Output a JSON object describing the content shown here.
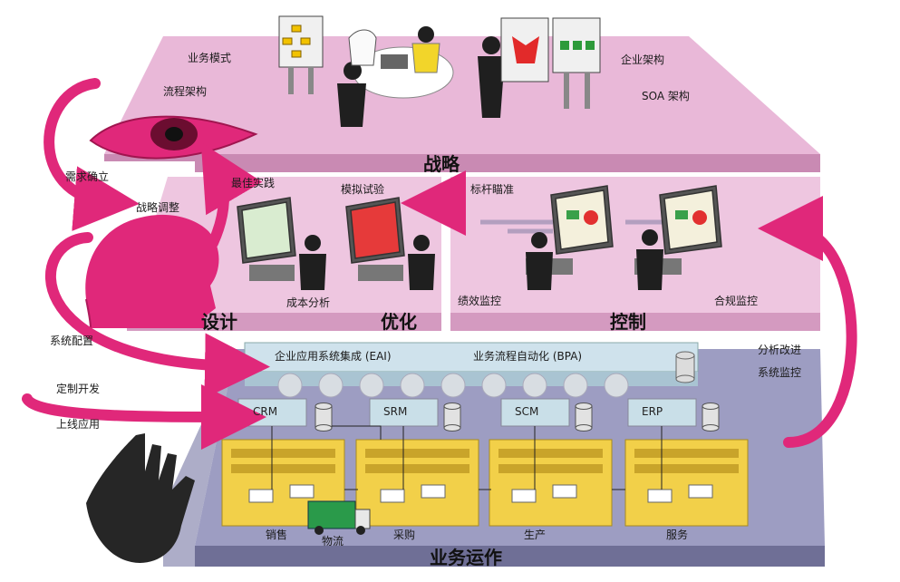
{
  "strategy": {
    "title": "战略",
    "business_model": "业务模式",
    "process_architecture": "流程架构",
    "enterprise_architecture": "企业架构",
    "soa_architecture": "SOA  架构"
  },
  "design_optimize": {
    "design": "设计",
    "optimize": "优化",
    "best_practice": "最佳实践",
    "simulation": "模拟试验",
    "cost_analysis": "成本分析"
  },
  "control": {
    "title": "控制",
    "benchmark": "标杆瞄准",
    "performance_monitoring": "绩效监控",
    "compliance_monitoring": "合规监控"
  },
  "integration": {
    "eai": "企业应用系统集成 (EAI)",
    "bpa": "业务流程自动化 (BPA)"
  },
  "operations": {
    "title": "业务运作",
    "systems": [
      "CRM",
      "SRM",
      "SCM",
      "ERP"
    ],
    "units": [
      "销售",
      "采购",
      "生产",
      "服务"
    ],
    "logistics": "物流"
  },
  "left_labels": {
    "requirements": "需求确立",
    "strategy_adjust": "战略调整",
    "system_config": "系统配置",
    "custom_dev": "定制开发",
    "go_live": "上线应用"
  },
  "right_labels": {
    "analysis_improve": "分析改进",
    "system_monitoring": "系统监控"
  },
  "colors": {
    "strategy_plane": "#e8b8d8",
    "middle_plane": "#eec6e0",
    "ops_plane": "#9b9bbf",
    "arrow": "#e0287a",
    "cabinet": "#f3d24a"
  }
}
